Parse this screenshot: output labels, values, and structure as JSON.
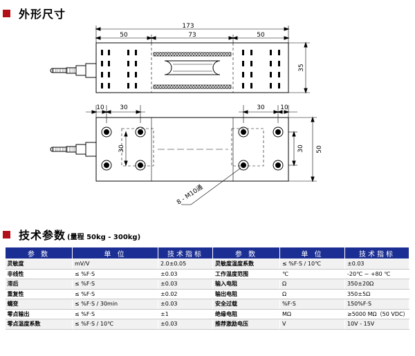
{
  "sections": {
    "dimensions_title": "外形尺寸",
    "specs_title": "技术参数",
    "specs_subtitle": "(量程 50kg - 300kg)"
  },
  "drawing": {
    "dims": {
      "overall_length": "173",
      "left_section": "50",
      "middle_section": "73",
      "right_section": "50",
      "height": "35",
      "edge_left": "10",
      "hole_span_left": "30",
      "hole_span_right": "30",
      "edge_right": "10",
      "hole_spacing_v": "30",
      "width": "50"
    },
    "thread_callout": "8 - M10通"
  },
  "table": {
    "headers": [
      "参 数",
      "单 位",
      "技术指标",
      "参 数",
      "单 位",
      "技术指标"
    ],
    "rows": [
      [
        "灵敏度",
        "mV/V",
        "2.0±0.05",
        "灵敏度温度系数",
        "≤ %F·S / 10℃",
        "±0.03"
      ],
      [
        "非线性",
        "≤ %F·S",
        "±0.03",
        "工作温度范围",
        "℃",
        "-20℃ ~ +80 ℃"
      ],
      [
        "滞后",
        "≤ %F·S",
        "±0.03",
        "输入电阻",
        "Ω",
        "350±20Ω"
      ],
      [
        "重复性",
        "≤ %F·S",
        "±0.02",
        "输出电阻",
        "Ω",
        "350±5Ω"
      ],
      [
        "蠕变",
        "≤ %F·S / 30min",
        "±0.03",
        "安全过载",
        "%F·S",
        "150%F·S"
      ],
      [
        "零点输出",
        "≤ %F·S",
        "±1",
        "绝缘电阻",
        "MΩ",
        "≥5000 MΩ（50 VDC）"
      ],
      [
        "零点温度系数",
        "≤ %F·S / 10℃",
        "±0.03",
        "推荐激励电压",
        "V",
        "10V - 15V"
      ]
    ]
  },
  "colors": {
    "header_bg": "#1b2e93",
    "accent_square": "#b30f18"
  }
}
